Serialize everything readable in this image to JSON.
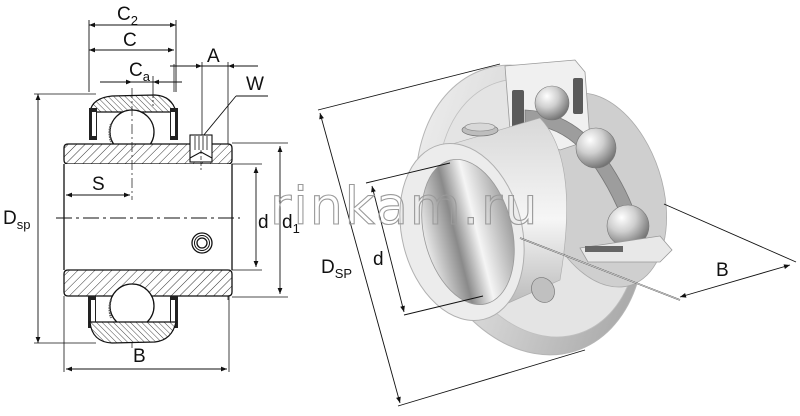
{
  "diagram": {
    "subject": "Radial insert ball bearing with set screws",
    "watermark": "rinkam.ru",
    "section_view": {
      "labels": {
        "C2": {
          "main": "C",
          "sub": "2"
        },
        "C": {
          "main": "C",
          "sub": ""
        },
        "Ca": {
          "main": "C",
          "sub": "a"
        },
        "A": {
          "main": "A",
          "sub": ""
        },
        "W": {
          "main": "W",
          "sub": ""
        },
        "S": {
          "main": "S",
          "sub": ""
        },
        "Dsp": {
          "main": "D",
          "sub": "sp"
        },
        "d": {
          "main": "d",
          "sub": ""
        },
        "d1": {
          "main": "d",
          "sub": "1"
        },
        "B": {
          "main": "B",
          "sub": ""
        }
      }
    },
    "render_view": {
      "labels": {
        "DSP": {
          "main": "D",
          "sub": "SP"
        },
        "d": {
          "main": "d",
          "sub": ""
        },
        "B": {
          "main": "B",
          "sub": ""
        }
      }
    },
    "colors": {
      "line": "#111111",
      "hatch": "#333333",
      "steel_light": "#f2f2f2",
      "steel_mid": "#c8c8c8",
      "steel_dark": "#8e8e8e",
      "watermark": "#9a9a9a"
    }
  }
}
